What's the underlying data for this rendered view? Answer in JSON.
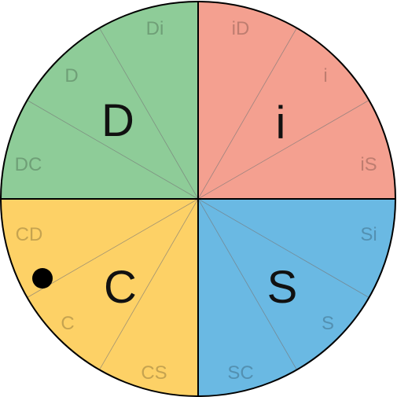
{
  "quadrants": [
    {
      "letter": "D",
      "color": "#8ecc98",
      "subs": [
        "Di",
        "D",
        "DC"
      ]
    },
    {
      "letter": "i",
      "color": "#f4a090",
      "subs": [
        "iD",
        "i",
        "iS"
      ]
    },
    {
      "letter": "S",
      "color": "#6ab9e3",
      "subs": [
        "Si",
        "S",
        "SC"
      ]
    },
    {
      "letter": "C",
      "color": "#fdd166",
      "subs": [
        "CS",
        "C",
        "CD"
      ]
    }
  ],
  "divider_color": "#000000",
  "sub_divider_color": "#777777",
  "marker": {
    "segment": "C",
    "color": "#000000"
  }
}
